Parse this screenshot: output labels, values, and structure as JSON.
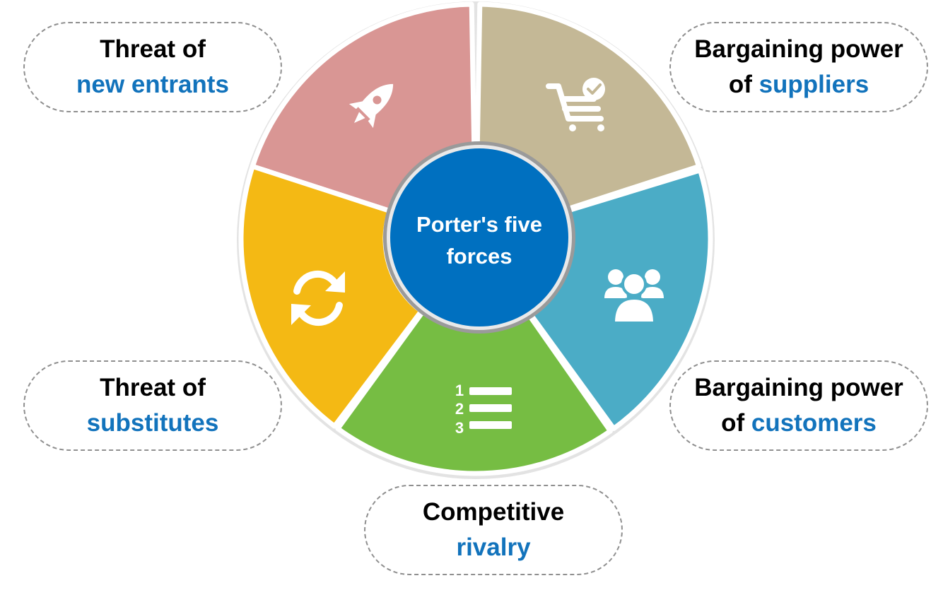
{
  "center": {
    "title_line1": "Porter's five",
    "title_line2": "forces",
    "color": "#0070c0"
  },
  "forces": [
    {
      "id": "new-entrants",
      "line1": "Threat of",
      "line2": "new entrants",
      "icon": "rocket-icon",
      "color": "#d99694"
    },
    {
      "id": "suppliers",
      "line1": "Bargaining power",
      "line2_prefix": "of ",
      "line2": "suppliers",
      "icon": "shopping-cart-check-icon",
      "color": "#c4b896"
    },
    {
      "id": "customers",
      "line1": "Bargaining power",
      "line2_prefix": "of ",
      "line2": "customers",
      "icon": "users-group-icon",
      "color": "#4bacc6"
    },
    {
      "id": "rivalry",
      "line1": "Competitive",
      "line2": "rivalry",
      "icon": "numbered-list-icon",
      "color": "#76bd43"
    },
    {
      "id": "substitutes",
      "line1": "Threat of",
      "line2": "substitutes",
      "icon": "refresh-icon",
      "color": "#f4b914"
    }
  ],
  "colors": {
    "accent_text": "#1273bc",
    "label_border": "#8f8f8f",
    "ring_shadow": "#d9d9d9"
  }
}
